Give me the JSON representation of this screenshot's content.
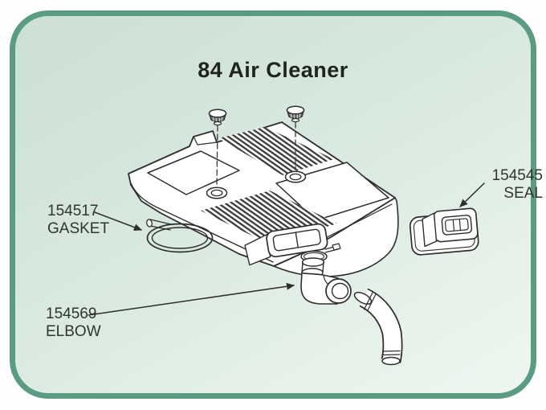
{
  "title": "84 Air Cleaner",
  "parts": {
    "gasket": {
      "number": "154517",
      "name": "GASKET"
    },
    "seal": {
      "number": "154545",
      "name": "SEAL"
    },
    "elbow": {
      "number": "154569",
      "name": "ELBOW"
    }
  },
  "colors": {
    "frame_border": "#5a9c82",
    "panel_background_top": "#cbdfd5",
    "panel_background_bottom": "#eef6f0",
    "line_art": "#2e2e2e",
    "text": "#30342f"
  }
}
